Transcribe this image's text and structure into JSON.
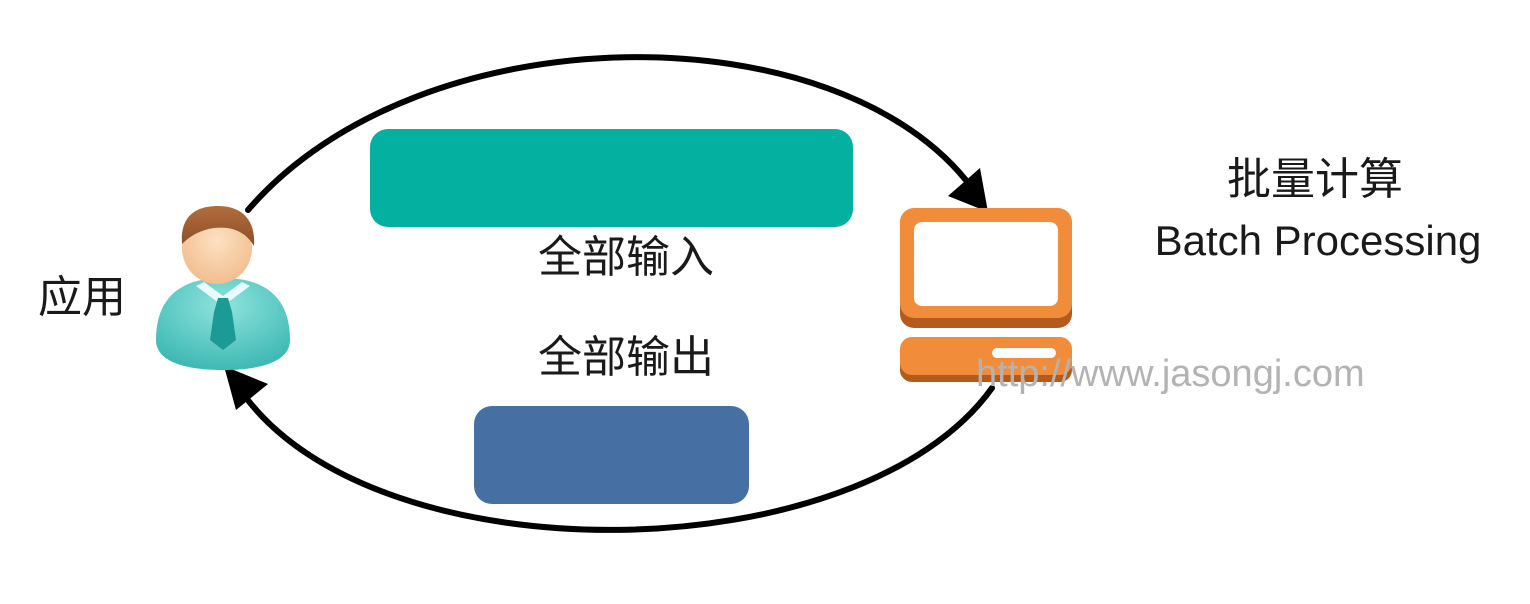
{
  "labels": {
    "app": "应用",
    "input": "全部输入",
    "output": "全部输出",
    "batch_title": "批量计算",
    "batch_subtitle": "Batch Processing",
    "watermark": "http://www.jasongj.com"
  },
  "colors": {
    "input_block": "#04B09F",
    "output_block": "#4670A4",
    "computer_body": "#F08C3A",
    "computer_shadow": "#B35A1C",
    "person_shirt": "#4EC9C4",
    "person_tie": "#1C9A96",
    "person_hair": "#9B5A30",
    "person_skin": "#F7CFA5",
    "arrow": "#000000",
    "watermark": "#B3B3B3"
  },
  "icons": {
    "user": "user-icon",
    "computer": "computer-icon"
  }
}
